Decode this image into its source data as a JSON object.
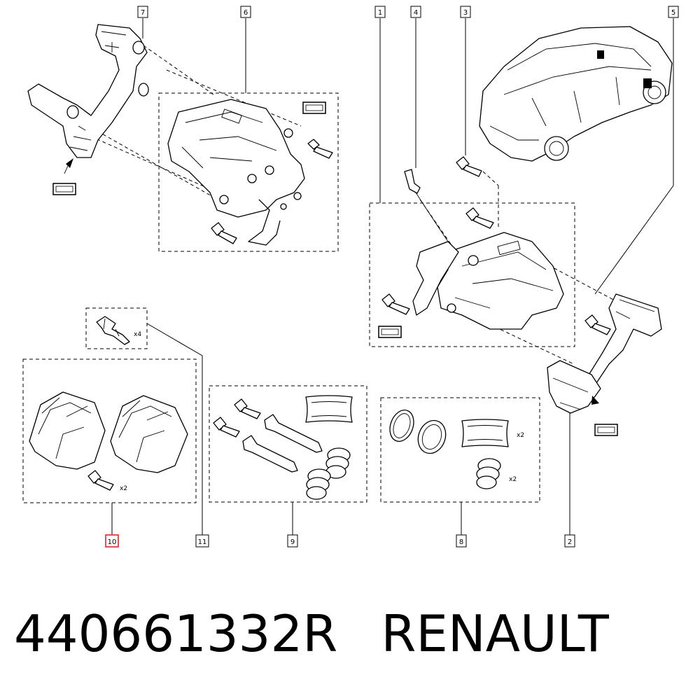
{
  "diagram": {
    "callouts": [
      "1",
      "2",
      "3",
      "4",
      "5",
      "6",
      "7",
      "8",
      "9",
      "10",
      "11"
    ],
    "selected_callout": "10",
    "quantities": {
      "clips": "x4",
      "pad_bolts": "x2",
      "seal_packet": "x2",
      "boots": "x2"
    },
    "colors": {
      "line": "#000000",
      "selected": "#e0242b",
      "background": "#ffffff"
    }
  },
  "footer": {
    "part_number": "440661332R",
    "brand": "RENAULT"
  }
}
